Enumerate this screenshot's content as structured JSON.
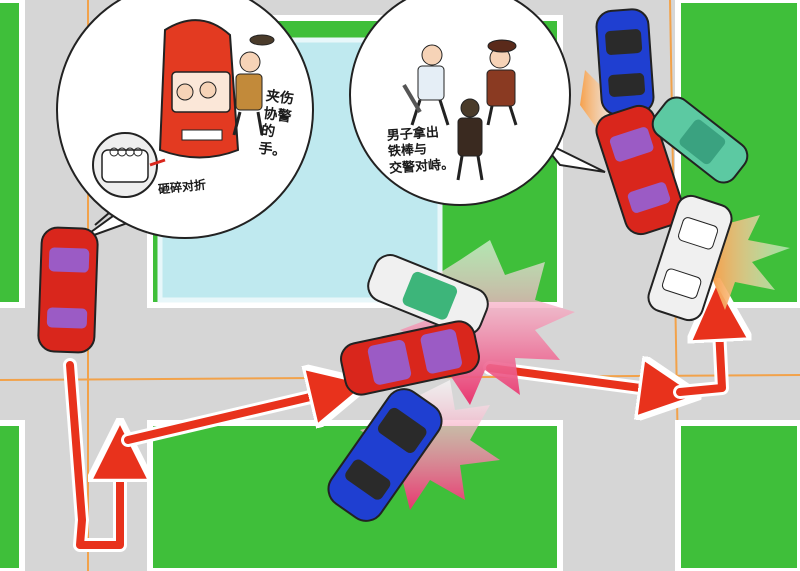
{
  "captions": {
    "bubble_left_main": "夹伤\n协警\n的手。",
    "bubble_left_sub": "砸碎对折",
    "bubble_right": "男子拿出\n铁棒与\n交警对峙。"
  },
  "colors": {
    "grass": "#3fbf3a",
    "road": "#d6d6d6",
    "road_line": "#f2a24a",
    "building": "#bfe9ef",
    "arrow": "#e8321c",
    "car_red": "#d9261c",
    "car_blue": "#1f3fd1",
    "car_white": "#f0f0f0",
    "car_green": "#5cc9a2",
    "burst": "#f06d8c",
    "burst_orange": "#f28b2c"
  },
  "icons": {
    "red_car": "red-car-icon",
    "blue_car": "blue-car-icon",
    "white_car": "white-car-icon",
    "green_car": "green-car-icon",
    "van": "van-icon",
    "police": "police-officer-icon",
    "man": "man-with-bat-icon",
    "grille": "car-grille-icon"
  }
}
